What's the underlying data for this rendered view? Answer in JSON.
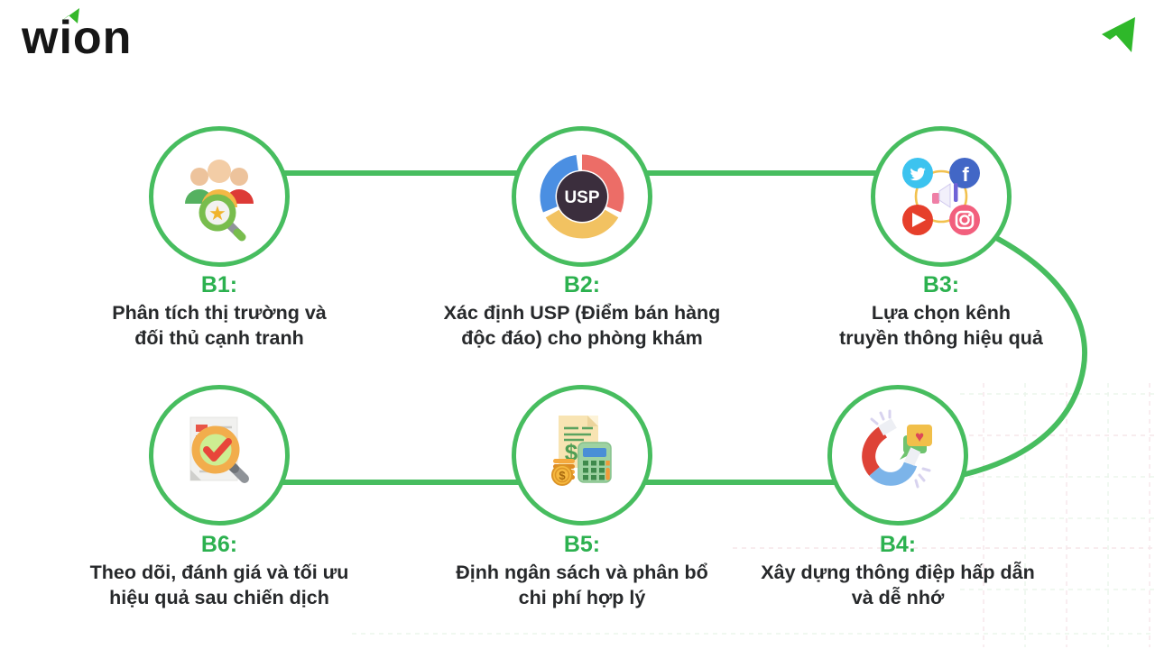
{
  "brand": {
    "logo_text": "wion"
  },
  "colors": {
    "accent_green": "#2cb14f",
    "connector_green": "#47bd5f",
    "text_dark": "#27292b",
    "logo_black": "#161616"
  },
  "icons": {
    "logo_accent": "green-flag-arrow-icon",
    "header": "green-flag-arrow-icon",
    "b1": "audience-search-icon",
    "b2": "usp-donut-chart-icon",
    "b3": "social-channels-megaphone-icon",
    "b4": "magnet-messages-icon",
    "b5": "budget-calculator-icon",
    "b6": "report-check-magnifier-icon"
  },
  "steps": [
    {
      "id": "B1",
      "label": "B1:",
      "line1": "Phân tích thị trường và",
      "line2": "đối thủ cạnh tranh"
    },
    {
      "id": "B2",
      "label": "B2:",
      "line1": "Xác định USP (Điểm bán hàng",
      "line2": "độc đáo) cho phòng khám",
      "icon_text": "USP"
    },
    {
      "id": "B3",
      "label": "B3:",
      "line1": "Lựa chọn kênh",
      "line2": "truyền thông hiệu quả"
    },
    {
      "id": "B4",
      "label": "B4:",
      "line1": "Xây dựng thông điệp hấp dẫn",
      "line2": "và dễ nhớ"
    },
    {
      "id": "B5",
      "label": "B5:",
      "line1": "Định ngân sách và phân bổ",
      "line2": "chi phí hợp lý"
    },
    {
      "id": "B6",
      "label": "B6:",
      "line1": "Theo dõi, đánh giá và tối ưu",
      "line2": "hiệu quả sau chiến dịch"
    }
  ]
}
